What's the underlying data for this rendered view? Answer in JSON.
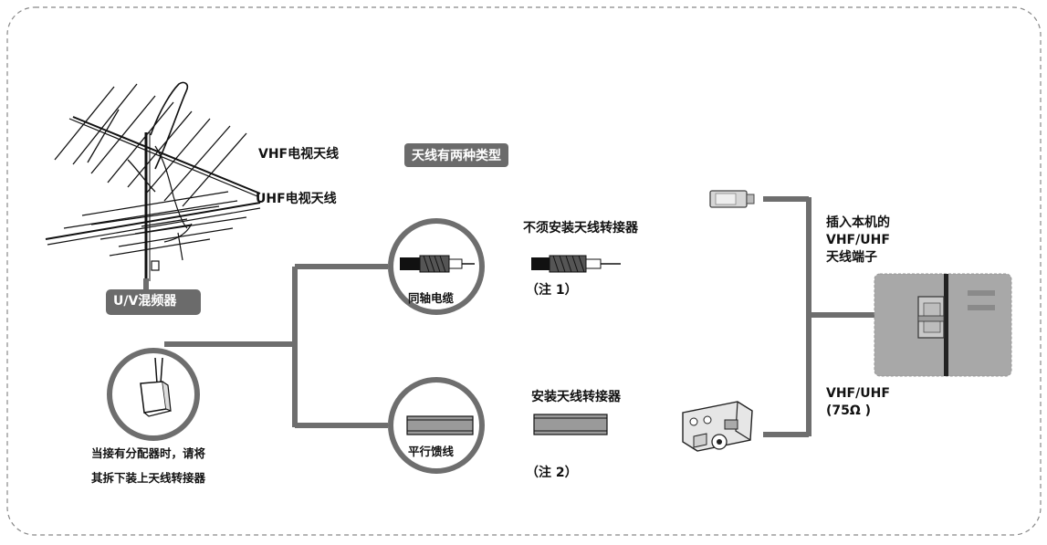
{
  "title": "天线有两种类型",
  "antenna": {
    "vhf_label": "VHF电视天线",
    "uhf_label": "UHF电视天线",
    "mixer_label": "U/V混频器",
    "splitter_note_line1": "当接有分配器时，请将",
    "splitter_note_line2": "其拆下装上天线转接器"
  },
  "coax": {
    "circle_label": "同轴电缆",
    "desc": "不须安装天线转接器",
    "note": "（注 1）"
  },
  "feeder": {
    "circle_label": "平行馈线",
    "desc": "安装天线转接器",
    "note": "（注 2）"
  },
  "device": {
    "insert_line1": "插入本机的",
    "insert_line2": "VHF/UHF",
    "insert_line3": "天线端子",
    "terminal_line1": "VHF/UHF",
    "terminal_line2": "(75Ω )"
  },
  "colors": {
    "line": "#6e6e6e",
    "badge": "#6b6b6b",
    "device": "#a8a8a8"
  }
}
